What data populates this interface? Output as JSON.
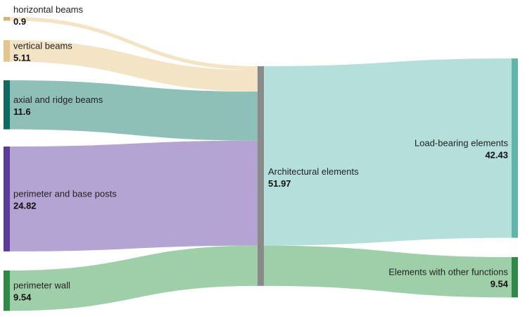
{
  "chart_data": {
    "type": "sankey",
    "unit": "",
    "nodes": [
      {
        "id": "horizontal_beams",
        "label": "horizontal beams",
        "value": 0.9,
        "column": 0,
        "color": "#d4b477",
        "link_color": "#f3e4c6"
      },
      {
        "id": "vertical_beams",
        "label": "vertical beams",
        "value": 5.11,
        "column": 0,
        "color": "#e6c48e",
        "link_color": "#f3e4c6"
      },
      {
        "id": "axial_ridge_beams",
        "label": "axial and ridge beams",
        "value": 11.6,
        "column": 0,
        "color": "#0f6b62",
        "link_color": "#8fc0b8"
      },
      {
        "id": "perimeter_base_posts",
        "label": "perimeter and base posts",
        "value": 24.82,
        "column": 0,
        "color": "#5b3c98",
        "link_color": "#b3a4d3"
      },
      {
        "id": "perimeter_wall",
        "label": "perimeter wall",
        "value": 9.54,
        "column": 0,
        "color": "#2f8a47",
        "link_color": "#9fcfa9"
      },
      {
        "id": "architectural_elements",
        "label": "Architectural elements",
        "value": 51.97,
        "column": 1,
        "color": "#8a8a8a"
      },
      {
        "id": "load_bearing",
        "label": "Load-bearing elements",
        "value": 42.43,
        "column": 2,
        "color": "#5eb6ab",
        "link_color": "#b4dfdb"
      },
      {
        "id": "other_functions",
        "label": "Elements with other functions",
        "value": 9.54,
        "column": 2,
        "color": "#2f8a47",
        "link_color": "#9fcfa9"
      }
    ],
    "links": [
      {
        "source": "horizontal_beams",
        "target": "architectural_elements",
        "value": 0.9
      },
      {
        "source": "vertical_beams",
        "target": "architectural_elements",
        "value": 5.11
      },
      {
        "source": "axial_ridge_beams",
        "target": "architectural_elements",
        "value": 11.6
      },
      {
        "source": "perimeter_base_posts",
        "target": "architectural_elements",
        "value": 24.82
      },
      {
        "source": "perimeter_wall",
        "target": "architectural_elements",
        "value": 9.54
      },
      {
        "source": "architectural_elements",
        "target": "load_bearing",
        "value": 42.43
      },
      {
        "source": "architectural_elements",
        "target": "other_functions",
        "value": 9.54
      }
    ]
  }
}
